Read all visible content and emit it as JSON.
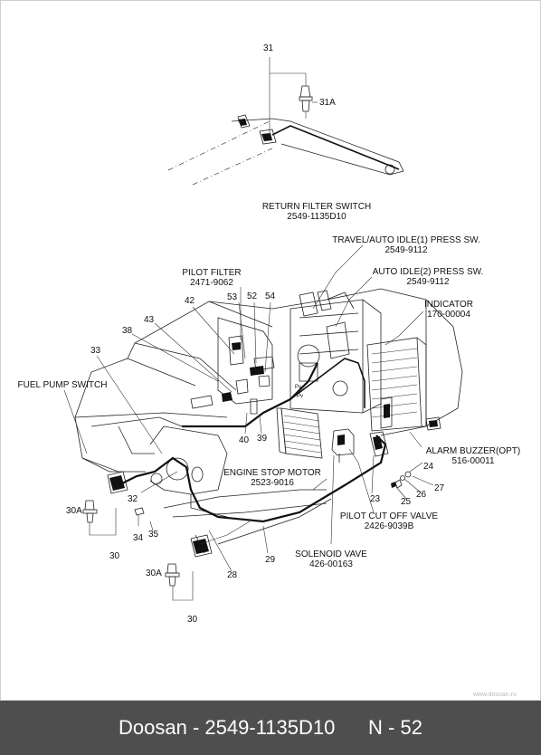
{
  "footer": {
    "brand": "Doosan",
    "separator": " - ",
    "part_number": "2549-1135D10",
    "page_ref": "N - 52"
  },
  "labels": {
    "return_filter_switch": "RETURN FILTER SWITCH",
    "return_filter_switch_pn": "2549-1135D10",
    "travel_auto_idle_1": "TRAVEL/AUTO IDLE(1) PRESS SW.",
    "travel_auto_idle_1_pn": "2549-9112",
    "auto_idle_2": "AUTO IDLE(2) PRESS SW.",
    "auto_idle_2_pn": "2549-9112",
    "pilot_filter": "PILOT FILTER",
    "pilot_filter_pn": "2471-9062",
    "indicator": "INDICATOR",
    "indicator_pn": "170-00004",
    "fuel_pump_switch": "FUEL PUMP SWITCH",
    "alarm_buzzer": "ALARM BUZZER(OPT)",
    "alarm_buzzer_pn": "516-00011",
    "engine_stop_motor": "ENGINE STOP MOTOR",
    "engine_stop_motor_pn": "2523-9016",
    "pilot_cut_off_valve": "PILOT CUT OFF VALVE",
    "pilot_cut_off_valve_pn": "2426-9039B",
    "solenoid_vave": "SOLENOID VAVE",
    "solenoid_vave_pn": "426-00163"
  },
  "callouts": {
    "n31": "31",
    "n31a": "31A",
    "n42": "42",
    "n53": "53",
    "n52": "52",
    "n54": "54",
    "n43": "43",
    "n38": "38",
    "n33": "33",
    "n40": "40",
    "n39": "39",
    "n32": "32",
    "n24": "24",
    "n27": "27",
    "n26": "26",
    "n25": "25",
    "n23": "23",
    "n30a_left": "30A",
    "n30_left": "30",
    "n34": "34",
    "n35": "35",
    "n29": "29",
    "n28": "28",
    "n30a_bottom": "30A",
    "n30_bottom": "30"
  },
  "port_marks": {
    "py": "Py",
    "pv": "Pv"
  },
  "watermark": "www.doosan.ru"
}
